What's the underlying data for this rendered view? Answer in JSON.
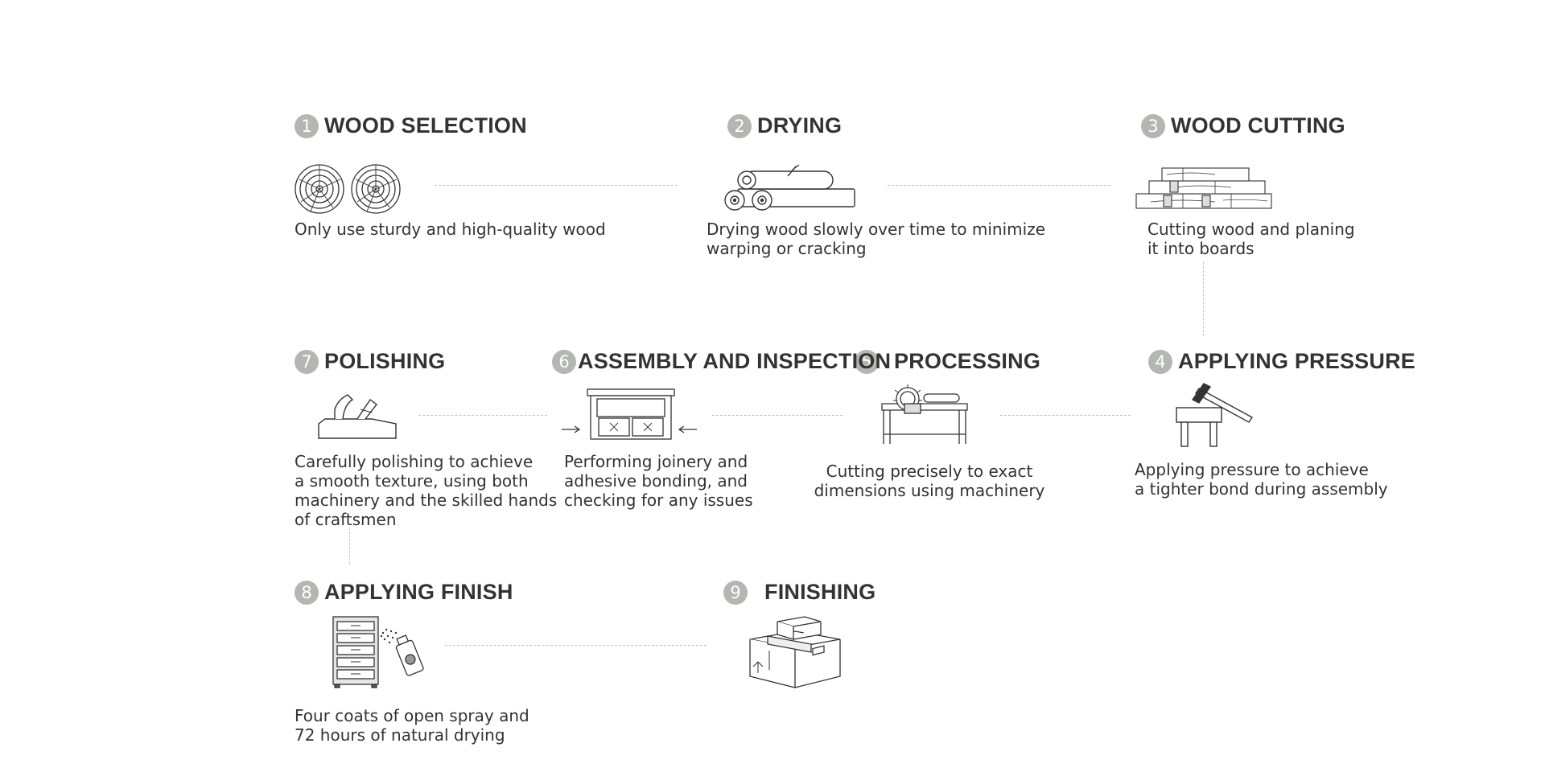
{
  "steps": [
    {
      "num": "1",
      "title": "WOOD SELECTION",
      "desc": [
        "Only use sturdy and high-quality wood"
      ],
      "icon": "logs-cross-section-icon"
    },
    {
      "num": "2",
      "title": "DRYING",
      "desc": [
        "Drying wood slowly over time to minimize",
        "warping or cracking"
      ],
      "icon": "stacked-logs-icon"
    },
    {
      "num": "3",
      "title": "WOOD CUTTING",
      "desc": [
        "Cutting wood and planing",
        "it into boards"
      ],
      "icon": "stacked-boards-icon"
    },
    {
      "num": "4",
      "title": "APPLYING PRESSURE",
      "desc": [
        "Applying pressure to achieve",
        "a tighter bond during assembly"
      ],
      "icon": "hammer-stool-icon"
    },
    {
      "num": "5",
      "title": "PROCESSING",
      "desc": [
        "Cutting precisely to exact",
        "dimensions using machinery"
      ],
      "icon": "table-saw-icon"
    },
    {
      "num": "6",
      "title": "ASSEMBLY AND INSPECTION",
      "desc": [
        "Performing joinery and",
        "adhesive bonding, and",
        "checking for any issues"
      ],
      "icon": "cabinet-assembly-icon"
    },
    {
      "num": "7",
      "title": "POLISHING",
      "desc": [
        "Carefully polishing to achieve",
        "a smooth texture, using both",
        "machinery and the skilled hands",
        "of craftsmen"
      ],
      "icon": "hand-plane-icon"
    },
    {
      "num": "8",
      "title": "APPLYING FINISH",
      "desc": [
        "Four coats of open spray and",
        "72 hours of natural drying"
      ],
      "icon": "spray-can-dresser-icon"
    },
    {
      "num": "9",
      "title": "FINISHING",
      "desc": [],
      "icon": "shipping-boxes-icon"
    }
  ]
}
